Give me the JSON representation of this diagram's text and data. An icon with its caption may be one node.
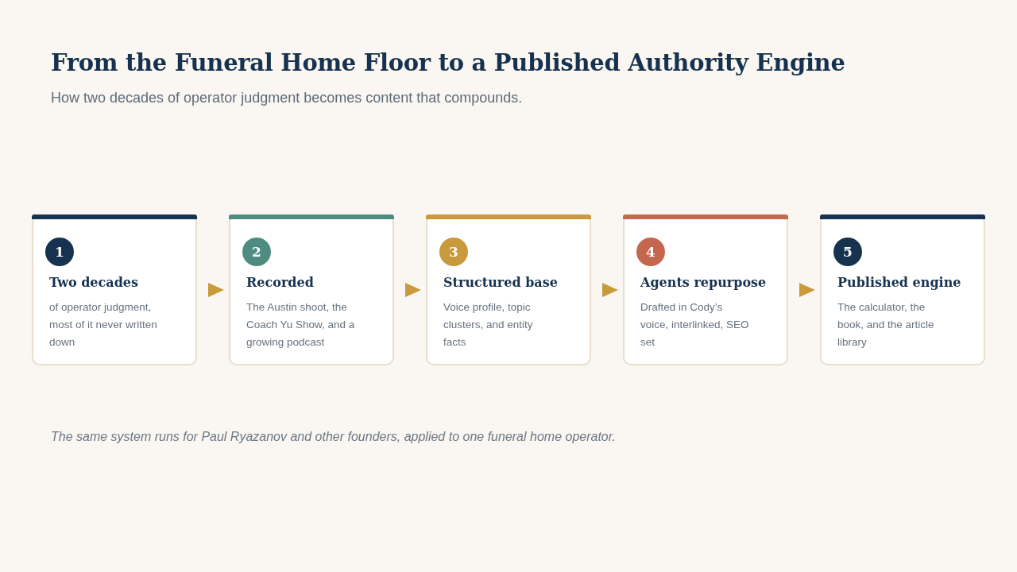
{
  "diagram": {
    "title": "From the Funeral Home Floor to a Published Authority Engine",
    "labels": [
      "How two decades of operator judgment becomes content that compounds."
    ],
    "nodes": [
      {
        "text": [
          "1",
          "Two decades",
          "of operator judgment, most of it never written down"
        ]
      },
      {
        "text": [
          "2",
          "Recorded",
          "The Austin shoot, the Coach Yu Show, and a growing podcast"
        ]
      },
      {
        "text": [
          "3",
          "Structured base",
          "Voice profile, topic clusters, and entity facts"
        ]
      },
      {
        "text": [
          "4",
          "Agents repurpose",
          "Drafted in Cody’s voice, interlinked, SEO set"
        ]
      },
      {
        "text": [
          "5",
          "Published engine",
          "The calculator, the book, and the article library"
        ]
      }
    ],
    "edges": [
      {
        "from": 0,
        "to": 1,
        "arrow": "to"
      },
      {
        "from": 1,
        "to": 2,
        "arrow": "to"
      },
      {
        "from": 2,
        "to": 3,
        "arrow": "to"
      },
      {
        "from": 3,
        "to": 4,
        "arrow": "to"
      }
    ],
    "caption": "The same system runs for Paul Ryazanov and other founders, applied to one funeral home operator."
  }
}
